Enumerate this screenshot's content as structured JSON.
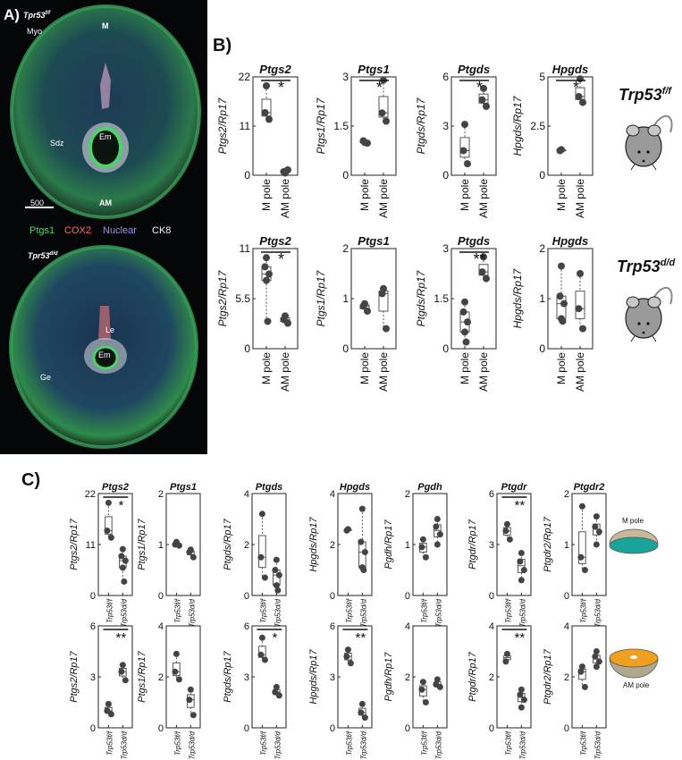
{
  "panel_a": {
    "letter": "A)",
    "top_genotype": "Tpr53",
    "top_genotype_sup": "f/f",
    "bottom_genotype": "Tpr53",
    "bottom_genotype_sup": "d/d",
    "labels_top": {
      "myo": "Myo",
      "m": "M",
      "sdz": "Sdz",
      "em": "Em",
      "am": "AM",
      "scale": "500"
    },
    "labels_bottom": {
      "le": "Le",
      "em": "Em",
      "ge": "Ge"
    },
    "legend": [
      {
        "text": "Ptgs1",
        "color": "#4fd36a"
      },
      {
        "text": "COX2",
        "color": "#ff6b6b"
      },
      {
        "text": "Nuclear",
        "color": "#9a90e8"
      },
      {
        "text": "CK8",
        "color": "#f4f4f4"
      }
    ]
  },
  "panel_b": {
    "letter": "B)",
    "genotype_ff": "Trp53",
    "genotype_ff_sup": "f/f",
    "genotype_dd": "Trp53",
    "genotype_dd_sup": "d/d"
  },
  "panel_c": {
    "letter": "C)",
    "m_pole_label": "M pole",
    "am_pole_label": "AM pole"
  },
  "colors": {
    "point": "#444444",
    "box": "#555555",
    "mouse_body": "#9a9a9a",
    "m_pole_inner": "#1aa39a",
    "am_pole_inner": "#f0a020"
  },
  "chart_data": [
    {
      "panel": "B",
      "row": 1,
      "type": "box",
      "title": "Ptgs2",
      "ylabel": "Ptgs2/Rp17",
      "categories": [
        "M pole",
        "AM pole"
      ],
      "yticks": [
        "0",
        "11",
        "22"
      ],
      "ylim": [
        0,
        22
      ],
      "yticks_values": [
        0,
        11,
        22
      ],
      "series": [
        {
          "values": [
            20,
            14,
            12.5
          ]
        },
        {
          "values": [
            0.5,
            0.8,
            1.2
          ]
        }
      ],
      "significance": "*"
    },
    {
      "panel": "B",
      "row": 1,
      "type": "box",
      "title": "Ptgs1",
      "ylabel": "Ptgs1/Rp17",
      "categories": [
        "M pole",
        "AM pole"
      ],
      "yticks": [
        "0",
        "1.5",
        "3"
      ],
      "ylim": [
        0,
        3
      ],
      "yticks_values": [
        0,
        1.5,
        3
      ],
      "series": [
        {
          "values": [
            1.0,
            1.05,
            0.98
          ]
        },
        {
          "values": [
            2.9,
            1.9,
            1.65
          ]
        }
      ],
      "significance": "*"
    },
    {
      "panel": "B",
      "row": 1,
      "type": "box",
      "title": "Ptgds",
      "ylabel": "Ptgds/Rp17",
      "categories": [
        "M pole",
        "AM pole"
      ],
      "yticks": [
        "0",
        "3",
        "6"
      ],
      "ylim": [
        0,
        6
      ],
      "yticks_values": [
        0,
        3,
        6
      ],
      "series": [
        {
          "values": [
            3.1,
            1.5,
            0.7
          ]
        },
        {
          "values": [
            5.3,
            4.6,
            4.2
          ]
        }
      ],
      "significance": "*"
    },
    {
      "panel": "B",
      "row": 1,
      "type": "box",
      "title": "Hpgds",
      "ylabel": "Hpgds/Rp17",
      "categories": [
        "M pole",
        "AM pole"
      ],
      "yticks": [
        "0",
        "2.5",
        "5"
      ],
      "ylim": [
        0,
        5
      ],
      "yticks_values": [
        0,
        2.5,
        5
      ],
      "series": [
        {
          "values": [
            1.3,
            1.25
          ]
        },
        {
          "values": [
            4.9,
            4.0,
            3.7
          ]
        }
      ],
      "significance": "*"
    },
    {
      "panel": "B",
      "row": 2,
      "type": "box",
      "title": "Ptgs2",
      "ylabel": "Ptgs2/Rp17",
      "categories": [
        "M pole",
        "AM pole"
      ],
      "yticks": [
        "0",
        "5.5",
        "11"
      ],
      "ylim": [
        0,
        11
      ],
      "yticks_values": [
        0,
        5.5,
        11
      ],
      "series": [
        {
          "values": [
            10,
            9,
            8.2,
            7.5,
            3
          ]
        },
        {
          "values": [
            3.6,
            3.2,
            2.8
          ]
        }
      ],
      "significance": "*"
    },
    {
      "panel": "B",
      "row": 2,
      "type": "box",
      "title": "Ptgs1",
      "ylabel": "Ptgs1/Rp17",
      "categories": [
        "M pole",
        "AM pole"
      ],
      "yticks": [
        "0",
        "1",
        "2"
      ],
      "ylim": [
        0,
        2
      ],
      "yticks_values": [
        0,
        1,
        2
      ],
      "series": [
        {
          "values": [
            0.9,
            0.85,
            0.75
          ]
        },
        {
          "values": [
            1.2,
            1.1,
            0.4
          ]
        }
      ],
      "significance": ""
    },
    {
      "panel": "B",
      "row": 2,
      "type": "box",
      "title": "Ptgds",
      "ylabel": "Ptgds/Rp17",
      "categories": [
        "M pole",
        "AM pole"
      ],
      "yticks": [
        "0",
        "1.5",
        "3"
      ],
      "ylim": [
        0,
        3
      ],
      "yticks_values": [
        0,
        1.5,
        3
      ],
      "series": [
        {
          "values": [
            1.4,
            1.1,
            0.8,
            0.5,
            0.2
          ]
        },
        {
          "values": [
            2.75,
            2.3,
            2.1
          ]
        }
      ],
      "significance": "**"
    },
    {
      "panel": "B",
      "row": 2,
      "type": "box",
      "title": "Hpgds",
      "ylabel": "Hpgds/Rp17",
      "categories": [
        "M pole",
        "AM pole"
      ],
      "yticks": [
        "0",
        "1",
        "2"
      ],
      "ylim": [
        0,
        2
      ],
      "yticks_values": [
        0,
        1,
        2
      ],
      "series": [
        {
          "values": [
            1.65,
            1.05,
            0.9,
            0.6,
            0.55
          ]
        },
        {
          "values": [
            1.5,
            0.8,
            0.4
          ]
        }
      ],
      "significance": ""
    },
    {
      "panel": "C",
      "row": 1,
      "type": "box",
      "title": "Ptgs2",
      "ylabel": "Ptgs2/Rp17",
      "categories": [
        "Trp53f/f",
        "Trp53d/d"
      ],
      "yticks": [
        "0",
        "11",
        "22"
      ],
      "ylim": [
        0,
        22
      ],
      "yticks_values": [
        0,
        11,
        22
      ],
      "series": [
        {
          "values": [
            20,
            14,
            12.5
          ]
        },
        {
          "values": [
            10,
            8.5,
            7.5,
            6,
            3
          ]
        }
      ],
      "significance": "*"
    },
    {
      "panel": "C",
      "row": 1,
      "type": "box",
      "title": "Ptgs1",
      "ylabel": "Ptgs1/Rp17",
      "categories": [
        "Trp53f/f",
        "Trp53d/d"
      ],
      "yticks": [
        "0",
        "1",
        "2"
      ],
      "ylim": [
        0,
        2
      ],
      "yticks_values": [
        0,
        1,
        2
      ],
      "series": [
        {
          "values": [
            1.05,
            1.0,
            0.98
          ]
        },
        {
          "values": [
            0.9,
            0.85,
            0.75
          ]
        }
      ],
      "significance": ""
    },
    {
      "panel": "C",
      "row": 1,
      "type": "box",
      "title": "Ptgds",
      "ylabel": "Ptgds/Rp17",
      "categories": [
        "Trp53f/f",
        "Trp53d/d"
      ],
      "yticks": [
        "0",
        "2",
        "4"
      ],
      "ylim": [
        0,
        4
      ],
      "yticks_values": [
        0,
        2,
        4
      ],
      "series": [
        {
          "values": [
            3.2,
            1.5,
            0.7
          ]
        },
        {
          "values": [
            1.4,
            1.0,
            0.8,
            0.4,
            0.2
          ]
        }
      ],
      "significance": ""
    },
    {
      "panel": "C",
      "row": 1,
      "type": "box",
      "title": "Hpgds",
      "ylabel": "Hpgds/Rp17",
      "categories": [
        "Trp53f/f",
        "Trp53d/d"
      ],
      "yticks": [
        "0",
        "2",
        "4"
      ],
      "ylim": [
        0,
        4
      ],
      "yticks_values": [
        0,
        2,
        4
      ],
      "series": [
        {
          "values": [
            2.6,
            2.55
          ]
        },
        {
          "values": [
            3.4,
            2.1,
            1.7,
            1.1,
            1.0
          ]
        }
      ],
      "significance": ""
    },
    {
      "panel": "C",
      "row": 1,
      "type": "box",
      "title": "Pgdh",
      "ylabel": "Pgdh/Rp17",
      "categories": [
        "Trp53f/f",
        "Trp53d/d"
      ],
      "yticks": [
        "0",
        "1",
        "2"
      ],
      "ylim": [
        0,
        2
      ],
      "yticks_values": [
        0,
        2,
        2
      ],
      "series": [
        {
          "values": [
            1.1,
            0.95,
            0.75
          ]
        },
        {
          "values": [
            1.5,
            1.35,
            1.2,
            1.0
          ]
        }
      ],
      "significance": ""
    },
    {
      "panel": "C",
      "row": 1,
      "type": "box",
      "title": "Ptgdr",
      "ylabel": "Ptgdr/Rp17",
      "categories": [
        "Trp53f/f",
        "Trp53d/d"
      ],
      "yticks": [
        "0",
        "3",
        "6"
      ],
      "ylim": [
        0,
        6
      ],
      "yticks_values": [
        0,
        3,
        6
      ],
      "series": [
        {
          "values": [
            4.2,
            3.8,
            3.3
          ]
        },
        {
          "values": [
            2.5,
            2.0,
            1.5,
            0.9
          ]
        }
      ],
      "significance": "**"
    },
    {
      "panel": "C",
      "row": 1,
      "type": "box",
      "title": "Ptgdr2",
      "ylabel": "Ptgdr2/Rp17",
      "categories": [
        "Trp53f/f",
        "Trp53d/d"
      ],
      "yticks": [
        "0",
        "1",
        "2"
      ],
      "ylim": [
        0,
        2
      ],
      "yticks_values": [
        0,
        1,
        2
      ],
      "series": [
        {
          "values": [
            1.75,
            0.75,
            0.5
          ]
        },
        {
          "values": [
            1.55,
            1.35,
            1.25,
            1.0
          ]
        }
      ],
      "significance": ""
    },
    {
      "panel": "C",
      "row": 2,
      "type": "box",
      "title": "",
      "ylabel": "Ptgs2/Rp17",
      "categories": [
        "Trp53f/f",
        "Trp53d/d"
      ],
      "yticks": [
        "0",
        "3",
        "6"
      ],
      "ylim": [
        0,
        6
      ],
      "yticks_values": [
        0,
        3,
        6
      ],
      "series": [
        {
          "values": [
            1.4,
            1.0,
            0.8
          ]
        },
        {
          "values": [
            3.7,
            3.3,
            2.8
          ]
        }
      ],
      "significance": "**"
    },
    {
      "panel": "C",
      "row": 2,
      "type": "box",
      "title": "",
      "ylabel": "Ptgs1/Rp17",
      "categories": [
        "Trp53f/f",
        "Trp53d/d"
      ],
      "yticks": [
        "0",
        "2",
        "4"
      ],
      "ylim": [
        0,
        4
      ],
      "yticks_values": [
        0,
        2,
        4
      ],
      "series": [
        {
          "values": [
            2.9,
            2.2,
            1.9
          ]
        },
        {
          "values": [
            1.5,
            1.1,
            0.5
          ]
        }
      ],
      "significance": ""
    },
    {
      "panel": "C",
      "row": 2,
      "type": "box",
      "title": "",
      "ylabel": "Ptgds/Rp17",
      "categories": [
        "Trp53f/f",
        "Trp53d/d"
      ],
      "yticks": [
        "0",
        "3",
        "6"
      ],
      "ylim": [
        0,
        6
      ],
      "yticks_values": [
        0,
        3,
        6
      ],
      "series": [
        {
          "values": [
            5.3,
            4.3,
            4.0
          ]
        },
        {
          "values": [
            2.4,
            2.1,
            1.9
          ]
        }
      ],
      "significance": "*"
    },
    {
      "panel": "C",
      "row": 2,
      "type": "box",
      "title": "",
      "ylabel": "Hpgds/Rp17",
      "categories": [
        "Trp53f/f",
        "Trp53d/d"
      ],
      "yticks": [
        "0",
        "3",
        "6"
      ],
      "ylim": [
        0,
        6
      ],
      "yticks_values": [
        0,
        3,
        6
      ],
      "series": [
        {
          "values": [
            4.6,
            4.2,
            3.8
          ]
        },
        {
          "values": [
            1.4,
            0.9,
            0.6
          ]
        }
      ],
      "significance": "**"
    },
    {
      "panel": "C",
      "row": 2,
      "type": "box",
      "title": "",
      "ylabel": "Pgdh/Rp17",
      "categories": [
        "Trp53f/f",
        "Trp53d/d"
      ],
      "yticks": [
        "0",
        "2",
        "4"
      ],
      "ylim": [
        0,
        4
      ],
      "yticks_values": [
        0,
        2,
        4
      ],
      "series": [
        {
          "values": [
            1.8,
            1.5,
            1.0
          ]
        },
        {
          "values": [
            1.9,
            1.7,
            1.6
          ]
        }
      ],
      "significance": ""
    },
    {
      "panel": "C",
      "row": 2,
      "type": "box",
      "title": "",
      "ylabel": "Ptgdr/Rp17",
      "categories": [
        "Trp53f/f",
        "Trp53d/d"
      ],
      "yticks": [
        "0",
        "2",
        "4"
      ],
      "ylim": [
        0,
        4
      ],
      "yticks_values": [
        0,
        2,
        4
      ],
      "series": [
        {
          "values": [
            2.9,
            2.6
          ]
        },
        {
          "values": [
            1.5,
            1.3,
            1.1,
            0.8
          ]
        }
      ],
      "significance": "**"
    },
    {
      "panel": "C",
      "row": 2,
      "type": "box",
      "title": "",
      "ylabel": "Ptgdr2/Rp17",
      "categories": [
        "Trp53f/f",
        "Trp53d/d"
      ],
      "yticks": [
        "0",
        "2",
        "4"
      ],
      "ylim": [
        0,
        4
      ],
      "yticks_values": [
        0,
        2,
        4
      ],
      "series": [
        {
          "values": [
            2.4,
            2.2,
            1.6
          ]
        },
        {
          "values": [
            3.0,
            2.8,
            2.6,
            2.4
          ]
        }
      ],
      "significance": ""
    }
  ]
}
